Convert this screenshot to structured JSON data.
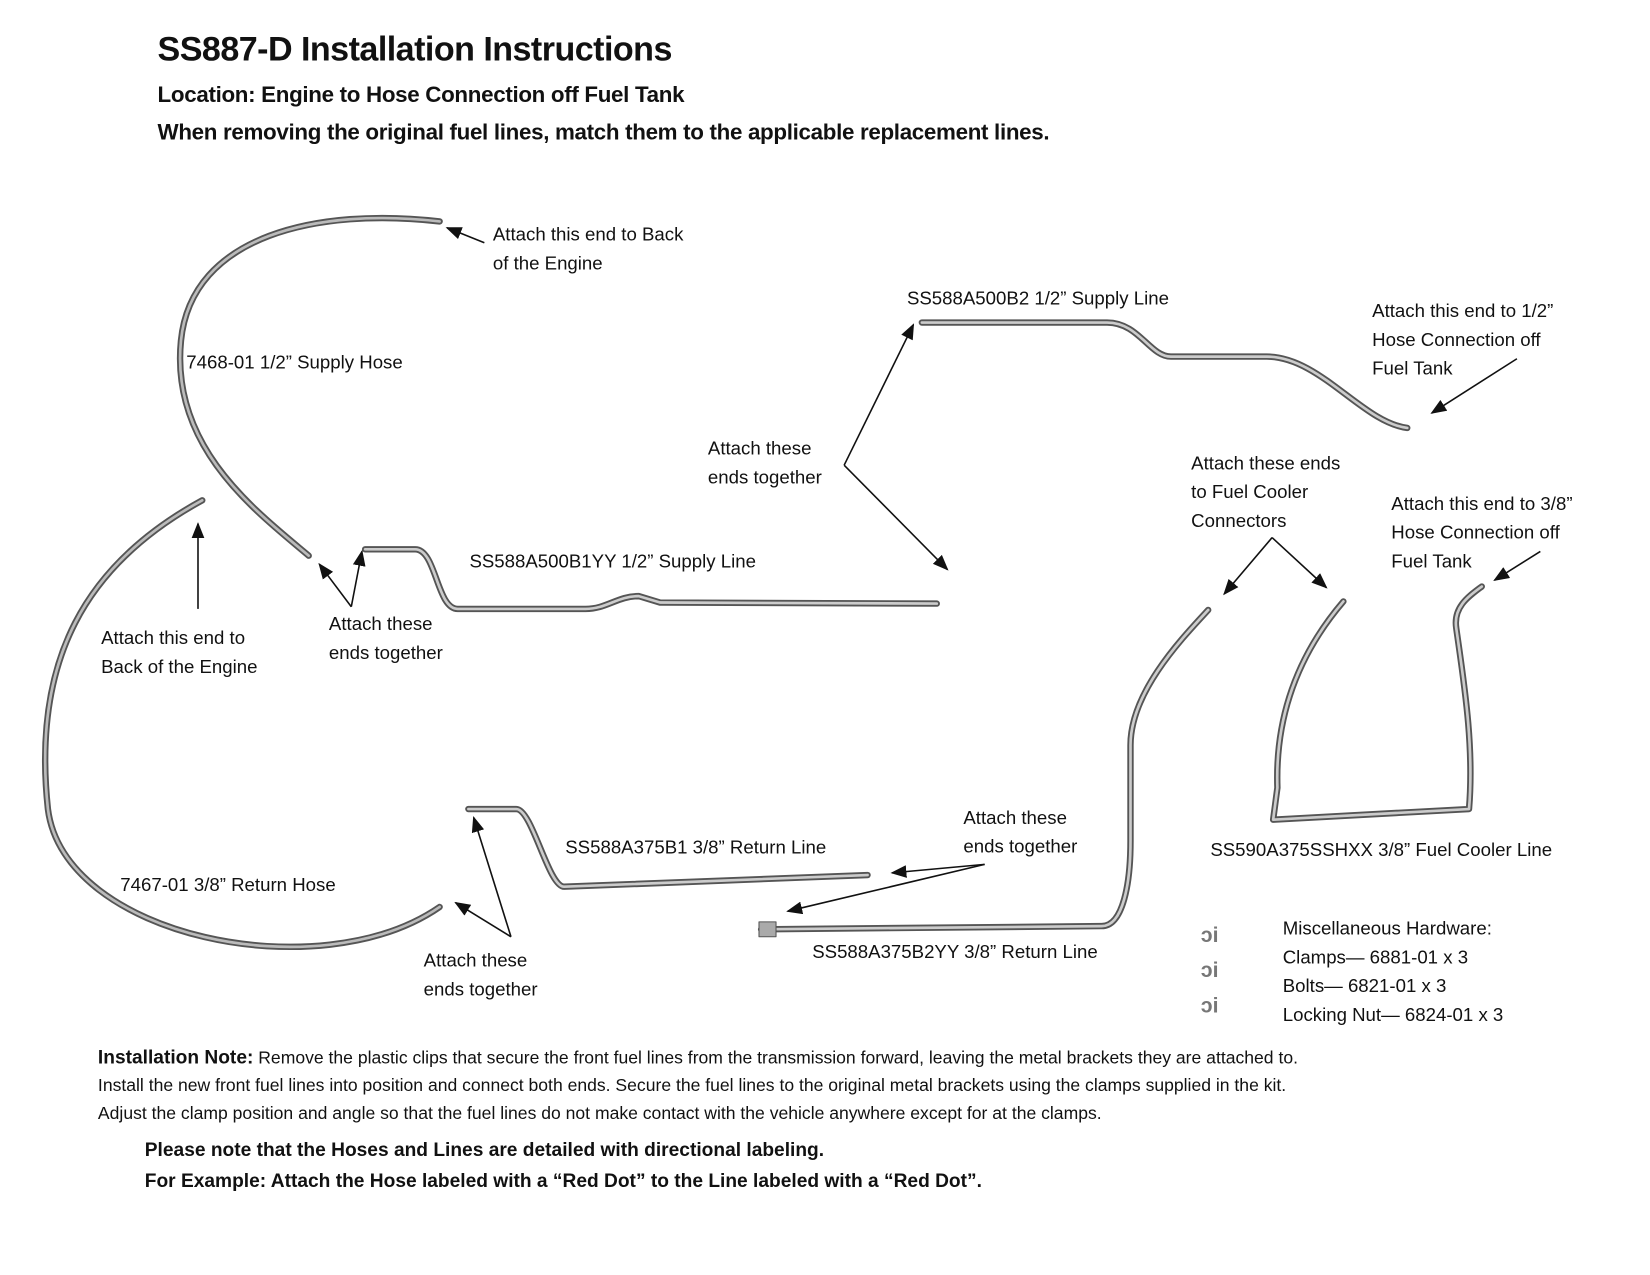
{
  "title": "SS887-D Installation Instructions",
  "location": "Location: Engine to Hose Connection off Fuel Tank",
  "instruction": "When removing the original fuel lines, match them to the applicable replacement lines.",
  "labels": {
    "engine_end_top": [
      "Attach this end to Back",
      "of the Engine"
    ],
    "supply_hose": "7468-01 1/2” Supply Hose",
    "supply_line_b2": "SS588A500B2 1/2” Supply Line",
    "tank_end_half": [
      "Attach this end to 1/2”",
      "Hose Connection off",
      "Fuel Tank"
    ],
    "attach_mid": [
      "Attach these",
      "ends together"
    ],
    "cooler_connectors": [
      "Attach these ends",
      "to Fuel Cooler",
      "Connectors"
    ],
    "tank_end_38": [
      "Attach this end to 3/8”",
      "Hose Connection off",
      "Fuel Tank"
    ],
    "supply_line_b1yy": "SS588A500B1YY 1/2” Supply Line",
    "engine_end_left": [
      "Attach this end to",
      "Back of the Engine"
    ],
    "attach_left": [
      "Attach these",
      "ends together"
    ],
    "attach_return": [
      "Attach these",
      "ends together"
    ],
    "return_line_b1": "SS588A375B1 3/8” Return Line",
    "cooler_line": "SS590A375SSHXX 3/8” Fuel Cooler Line",
    "return_hose": "7467-01 3/8” Return Hose",
    "attach_bottom": [
      "Attach these",
      "ends together"
    ],
    "return_line_b2yy": "SS588A375B2YY 3/8” Return Line"
  },
  "hardware": {
    "heading": "Miscellaneous Hardware:",
    "items": [
      "Clamps— 6881-01 x 3",
      "Bolts— 6821-01 x 3",
      "Locking Nut— 6824-01 x 3"
    ],
    "icon_glyph": "ↄi"
  },
  "installation_note": {
    "label": "Installation Note:",
    "lines": [
      " Remove the plastic clips that secure the front fuel lines from the transmission forward, leaving the metal brackets they are attached to.",
      "Install the new front fuel lines into position and connect both ends. Secure the fuel lines to the original metal brackets using the clamps supplied in the kit.",
      "Adjust the clamp position and angle so that the fuel lines do not make contact with the vehicle anywhere except for at the clamps."
    ]
  },
  "notes": [
    "Please note that the Hoses and Lines are detailed with directional labeling.",
    "For Example: Attach the Hose labeled with a “Red Dot” to the Line labeled with a “Red Dot”."
  ]
}
